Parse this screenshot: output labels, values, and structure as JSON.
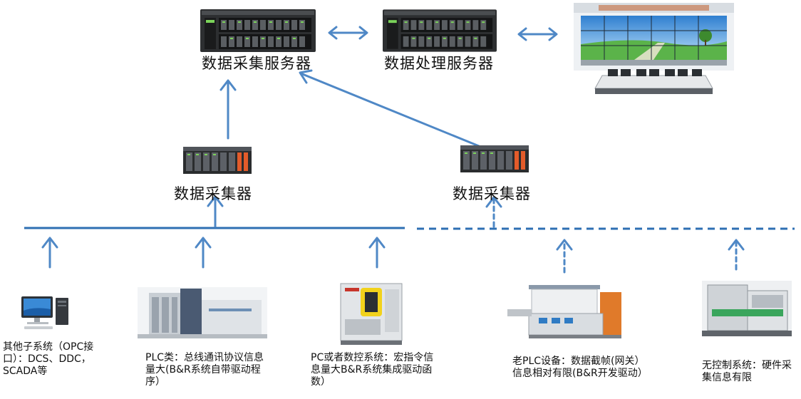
{
  "top": {
    "collect_server": "数据采集服务器",
    "process_server": "数据处理服务器"
  },
  "collectors": {
    "left": "数据采集器",
    "right": "数据采集器"
  },
  "sources": [
    {
      "text": "其他子系统（OPC接口）：DCS、DDC，SCADA等"
    },
    {
      "text": "PLC类：总线通讯协议信息量大(B&R系统自带驱动程序）"
    },
    {
      "text": "PC或者数控系统：宏指令信息量大B&R系统集成驱动函数）"
    },
    {
      "text": "老PLC设备：数据截帧(网关）信息相对有限(B&R开发驱动）"
    },
    {
      "text": "无控制系统：硬件采集信息有限"
    }
  ],
  "colors": {
    "arrow": "#4f88c6",
    "bus": "#2e6fb3",
    "screen": "#3a8ad6"
  }
}
